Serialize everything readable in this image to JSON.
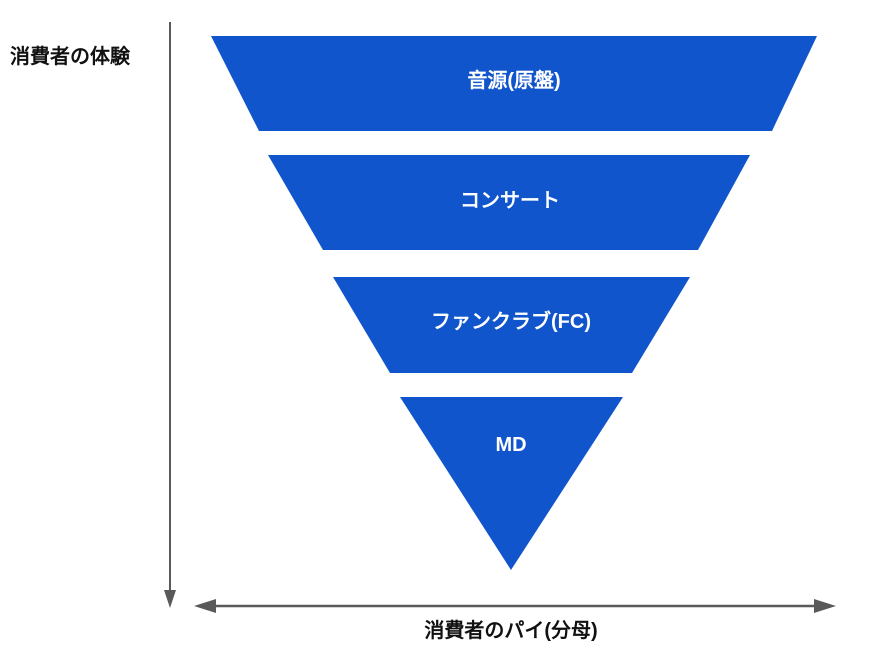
{
  "diagram": {
    "type": "inverted-funnel",
    "y_axis": {
      "label": "消費者の体験",
      "direction": "down"
    },
    "x_axis": {
      "label": "消費者のパイ(分母)",
      "direction": "both"
    },
    "funnel": {
      "segments": [
        {
          "label": "音源(原盤)",
          "rank": 1
        },
        {
          "label": "コンサート",
          "rank": 2
        },
        {
          "label": "ファンクラブ(FC)",
          "rank": 3
        },
        {
          "label": "MD",
          "rank": 4
        }
      ]
    }
  },
  "colors": {
    "segment_fill": "#1155cc",
    "segment_text": "#ffffff",
    "axis_stroke": "#595959",
    "axis_label_text": "#111111",
    "background": "#ffffff"
  }
}
